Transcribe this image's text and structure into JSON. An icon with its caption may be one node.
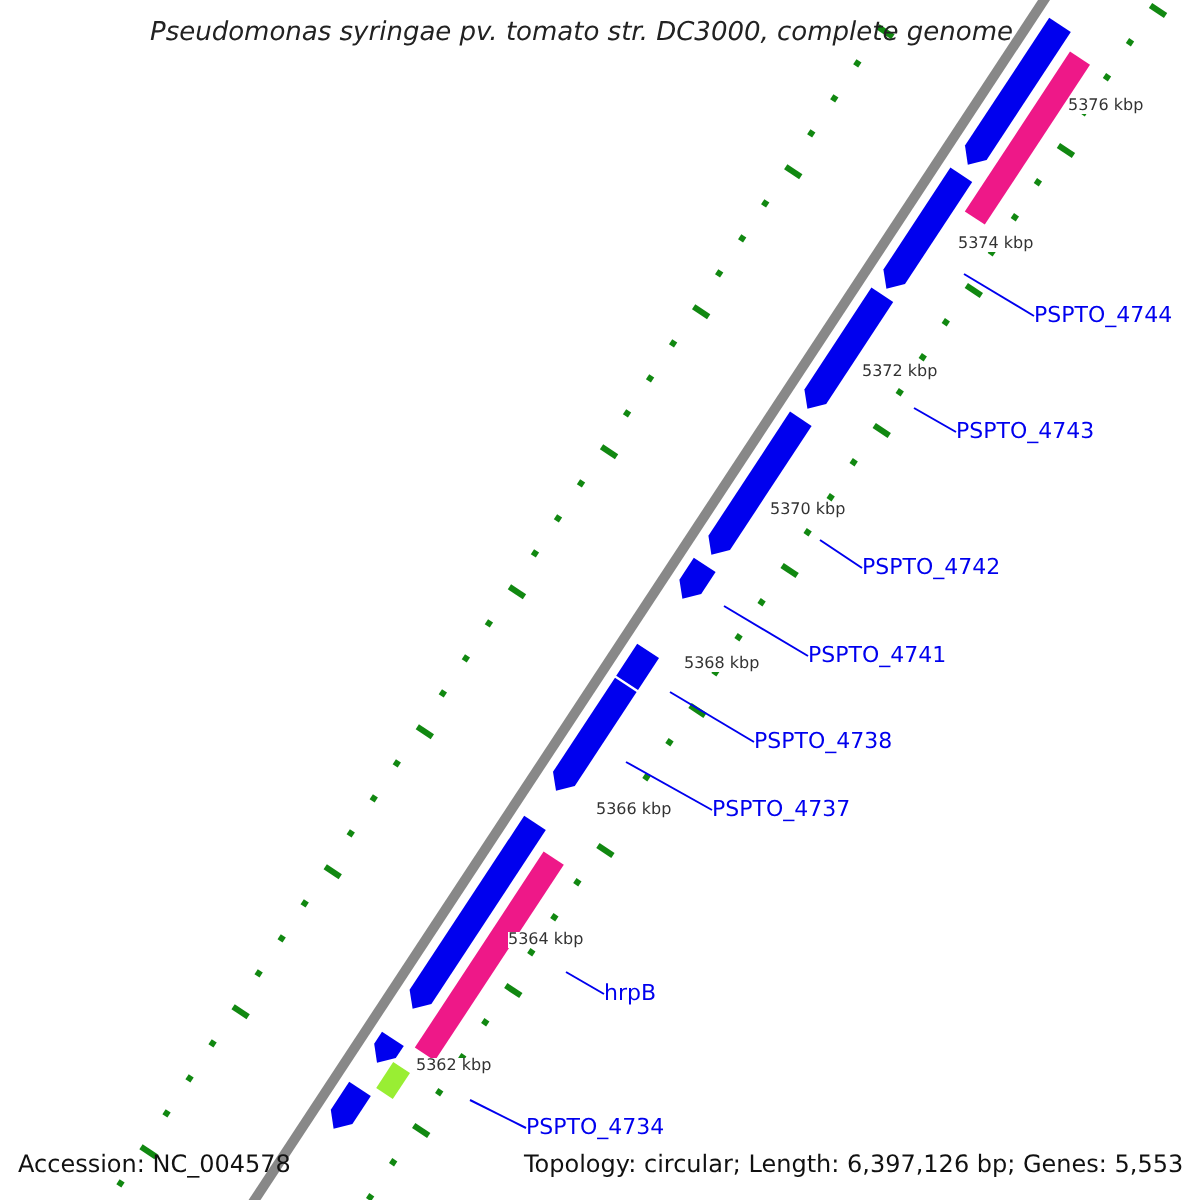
{
  "diagram": {
    "title": "Pseudomonas syringae pv. tomato str. DC3000, complete genome",
    "nodes": [
      {
        "text": [
          "PSPTO_4744"
        ]
      },
      {
        "text": [
          "PSPTO_4743"
        ]
      },
      {
        "text": [
          "PSPTO_4742"
        ]
      },
      {
        "text": [
          "PSPTO_4741"
        ]
      },
      {
        "text": [
          "PSPTO_4738"
        ]
      },
      {
        "text": [
          "PSPTO_4737"
        ]
      },
      {
        "text": [
          "hrpB"
        ]
      },
      {
        "text": [
          "PSPTO_4734"
        ]
      }
    ],
    "edges": [
      {
        "from": 0,
        "to": null,
        "arrow": "none"
      },
      {
        "from": 1,
        "to": null,
        "arrow": "none"
      },
      {
        "from": 2,
        "to": null,
        "arrow": "none"
      },
      {
        "from": 3,
        "to": null,
        "arrow": "none"
      },
      {
        "from": 4,
        "to": null,
        "arrow": "none"
      },
      {
        "from": 5,
        "to": null,
        "arrow": "none"
      },
      {
        "from": 6,
        "to": null,
        "arrow": "none"
      },
      {
        "from": 7,
        "to": null,
        "arrow": "none"
      }
    ],
    "labels": [
      "5376 kbp",
      "5374 kbp",
      "5372 kbp",
      "5370 kbp",
      "5368 kbp",
      "5366 kbp",
      "5364 kbp",
      "5362 kbp",
      "Accession: NC_004578",
      "Topology: circular; Length: 6,397,126 bp; Genes: 5,553"
    ]
  }
}
